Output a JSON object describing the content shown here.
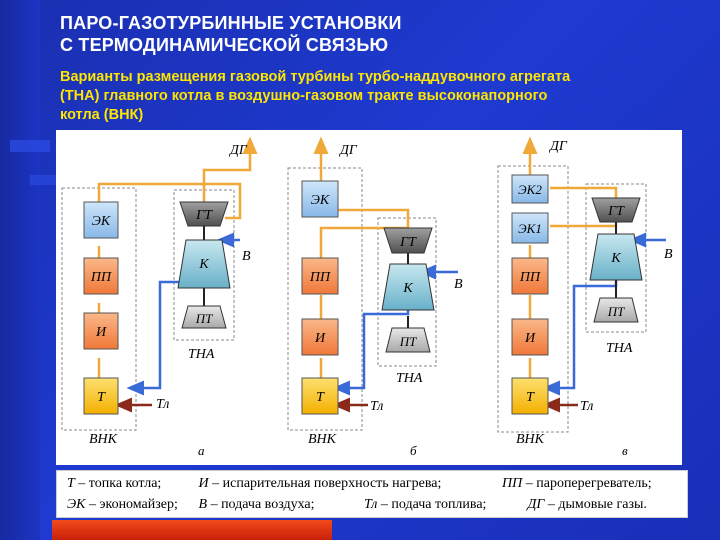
{
  "slide": {
    "title_line1": "ПАРО-ГАЗОТУРБИННЫЕ УСТАНОВКИ",
    "title_line2": "С ТЕРМОДИНАМИЧЕСКОЙ СВЯЗЬЮ",
    "subtitle_line1": "Варианты размещения газовой турбины турбо-наддувочного агрегата",
    "subtitle_line2": "(ТНА) главного котла  в воздушно-газовом тракте высоконапорного",
    "subtitle_line3": "котла (ВНК)"
  },
  "colors": {
    "background": "#1e3ad0",
    "title": "#ffffff",
    "subtitle": "#ffe600",
    "gas_line": "#f0a838",
    "air_line": "#3a6ad8",
    "fuel_line": "#8b2a1a",
    "box_blue": "#9cc8f0",
    "box_orange": "#f89858",
    "box_yellow": "#f8c418",
    "turbine_gray": "#707070",
    "compressor_cyan": "#8cc8d8"
  },
  "diagram": {
    "labels": {
      "dg": "ДГ",
      "ek": "ЭК",
      "ek1": "ЭК1",
      "ek2": "ЭК2",
      "pp": "ПП",
      "i": "И",
      "t": "Т",
      "gt": "ГТ",
      "k": "К",
      "pt": "ПТ",
      "b": "В",
      "tl": "Тл",
      "tna": "ТНА",
      "vnk": "ВНК",
      "variant_a": "а",
      "variant_b": "б",
      "variant_v": "в"
    }
  },
  "legend": {
    "row1": [
      {
        "abbr": "Т",
        "text": " – топка котла;"
      },
      {
        "abbr": "И",
        "text": " – испарительная поверхность нагрева;"
      },
      {
        "abbr": "ПП",
        "text": " – пароперегреватель;"
      }
    ],
    "row2": [
      {
        "abbr": "ЭК",
        "text": " – экономайзер;"
      },
      {
        "abbr": "В",
        "text": " – подача воздуха;"
      },
      {
        "abbr": "Тл",
        "text": " – подача топлива;"
      },
      {
        "abbr": "ДГ",
        "text": " – дымовые газы."
      }
    ]
  }
}
